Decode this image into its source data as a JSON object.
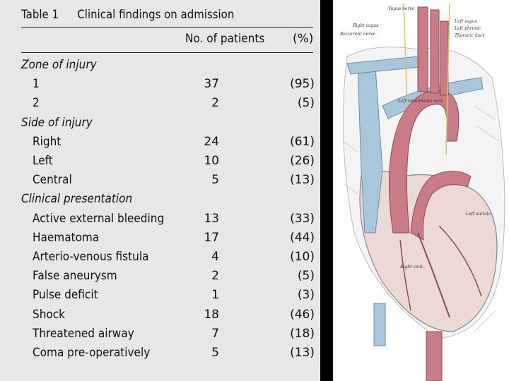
{
  "table": {
    "number": "Table 1",
    "title": "Clinical findings on admission",
    "col_n": "No. of patients",
    "col_pct": "(%)",
    "rows": [
      {
        "label": "Zone of injury",
        "n": "",
        "pct": "",
        "section": true
      },
      {
        "label": "1",
        "n": "37",
        "pct": "(95)",
        "section": false
      },
      {
        "label": "2",
        "n": "2",
        "pct": "(5)",
        "section": false
      },
      {
        "label": "Side of injury",
        "n": "",
        "pct": "",
        "section": true
      },
      {
        "label": "Right",
        "n": "24",
        "pct": "(61)",
        "section": false
      },
      {
        "label": "Left",
        "n": "10",
        "pct": "(26)",
        "section": false
      },
      {
        "label": "Central",
        "n": "5",
        "pct": "(13)",
        "section": false
      },
      {
        "label": "Clinical presentation",
        "n": "",
        "pct": "",
        "section": true
      },
      {
        "label": "Active external bleeding",
        "n": "13",
        "pct": "(33)",
        "section": false
      },
      {
        "label": "Haematoma",
        "n": "17",
        "pct": "(44)",
        "section": false
      },
      {
        "label": "Arterio-venous fistula",
        "n": "4",
        "pct": "(10)",
        "section": false
      },
      {
        "label": "False aneurysm",
        "n": "2",
        "pct": "(5)",
        "section": false
      },
      {
        "label": "Pulse deficit",
        "n": "1",
        "pct": "(3)",
        "section": false
      },
      {
        "label": "Shock",
        "n": "18",
        "pct": "(46)",
        "section": false
      },
      {
        "label": "Threatened airway",
        "n": "7",
        "pct": "(18)",
        "section": false
      },
      {
        "label": "Coma pre-operatively",
        "n": "5",
        "pct": "(13)",
        "section": false
      }
    ]
  },
  "diagram": {
    "labels": [
      "Vagus nerve",
      "Left vagus",
      "Left phrenic",
      "Thoracic duct",
      "Right vagus",
      "Recurrent nerve",
      "Left innominate vein",
      "Left auricle",
      "Right vent."
    ]
  },
  "colors": {
    "panel_bg": "#e7e7e7",
    "artery": "#c97b86",
    "vein": "#a9c6da",
    "heart": "#ecd9d6"
  }
}
